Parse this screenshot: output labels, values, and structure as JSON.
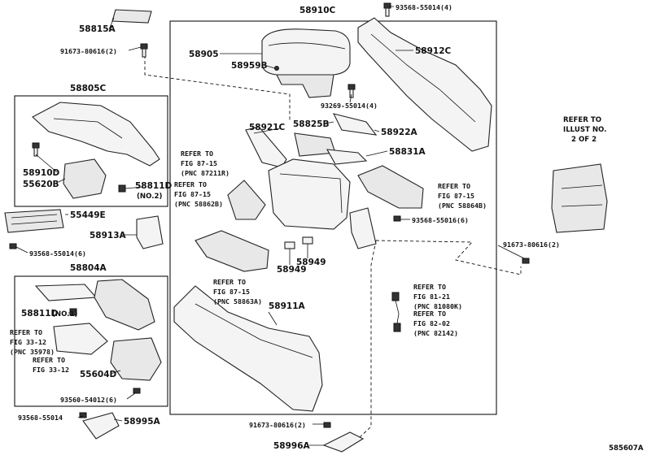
{
  "diagram_id": "585607A",
  "parts": {
    "p58815A": "58815A",
    "p91673_top": "91673-80616(2)",
    "p58805C": "58805C",
    "p58910D": "58910D",
    "p55620B": "55620B",
    "p58811D_no2": "58811D",
    "no2": "(NO.2)",
    "p55449E": "55449E",
    "p58913A": "58913A",
    "p93568_6": "93568-55014(6)",
    "p58804A": "58804A",
    "p58811D_no1": "58811D",
    "no1": "(NO.1)",
    "p55604D": "55604D",
    "p93560": "93560-54012(6)",
    "p93568_b": "93568-55014",
    "p58995A": "58995A",
    "p58910C": "58910C",
    "p93568_4": "93568-55014(4)",
    "p58905": "58905",
    "p58959B": "58959B",
    "p58912C": "58912C",
    "p93269": "93269-55014(4)",
    "p58921C": "58921C",
    "p58825B": "58825B",
    "p58922A": "58922A",
    "p58831A": "58831A",
    "p93568_55016": "93568-55016(6)",
    "p58949a": "58949",
    "p58949b": "58949",
    "p58911A": "58911A",
    "p91673_right": "91673-80616(2)",
    "p91673_bottom": "91673-80616(2)",
    "p58996A": "58996A"
  },
  "refs": {
    "r1a": "REFER TO",
    "r1b": "FIG 87-15",
    "r1c": "(PNC 87211R)",
    "r2a": "REFER TO",
    "r2b": "FIG 87-15",
    "r2c": "(PNC 58862B)",
    "r3a": "REFER TO",
    "r3b": "FIG 87-15",
    "r3c": "(PNC 58864B)",
    "r4a": "REFER TO",
    "r4b": "FIG 87-15",
    "r4c": "(PNC 58863A)",
    "r5a": "REFER TO",
    "r5b": "FIG 81-21",
    "r5c": "(PNC 81080K)",
    "r6a": "REFER TO",
    "r6b": "FIG 82-02",
    "r6c": "(PNC 82142)",
    "r7a": "REFER TO",
    "r7b": "FIG 33-12",
    "r7c": "(PNC 35978)",
    "r8a": "REFER TO",
    "r8b": "FIG 33-12",
    "illus_a": "REFER TO",
    "illus_b": "ILLUST NO.",
    "illus_c": "2 OF 2"
  }
}
